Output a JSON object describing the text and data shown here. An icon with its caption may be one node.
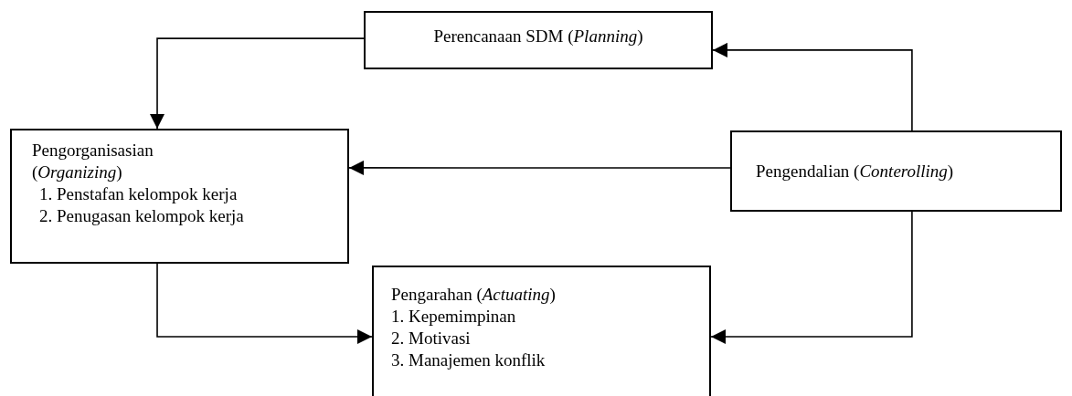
{
  "diagram": {
    "nodes": [
      {
        "text": [
          "Perencanaan SDM (*Planning*)"
        ]
      },
      {
        "text": [
          "Pengorganisasian (*Organizing*)",
          "1. Penstafan kelompok kerja",
          "2. Penugasan kelompok kerja"
        ]
      },
      {
        "text": [
          "Pengendalian (*Conterolling*)"
        ]
      },
      {
        "text": [
          "Pengarahan (*Actuating*)",
          "1. Kepemimpinan",
          "2. Motivasi",
          "3. Manajemen konflik"
        ]
      }
    ],
    "edges": [
      {
        "from": 2,
        "to": 0,
        "arrow": "to"
      },
      {
        "from": 0,
        "to": 1,
        "arrow": "to"
      },
      {
        "from": 2,
        "to": 1,
        "arrow": "to"
      },
      {
        "from": 1,
        "to": 3,
        "arrow": "to"
      },
      {
        "from": 2,
        "to": 3,
        "arrow": "to"
      }
    ]
  }
}
